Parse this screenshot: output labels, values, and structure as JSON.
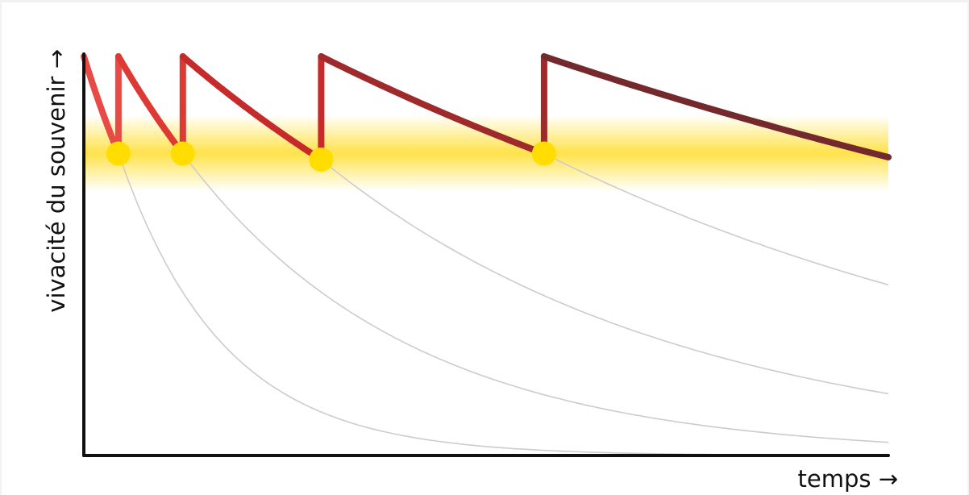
{
  "chart_data": {
    "type": "line",
    "xlabel": "temps →",
    "ylabel": "vivacité du souvenir →",
    "xlim": [
      0,
      10
    ],
    "ylim": [
      0,
      1
    ],
    "grid": false,
    "threshold_band": {
      "center": 0.75,
      "halfwidth": 0.095,
      "color": "#ffe24a"
    },
    "reviews": [
      {
        "t": 0.43,
        "y": 0.749
      },
      {
        "t": 1.23,
        "y": 0.749
      },
      {
        "t": 2.95,
        "y": 0.734
      },
      {
        "t": 5.72,
        "y": 0.749
      }
    ],
    "memory_curve": {
      "peak": 0.99,
      "segments": [
        {
          "start": 0.0,
          "end": 0.43,
          "decay": 1.3,
          "color": "#e84a46"
        },
        {
          "start": 0.43,
          "end": 1.23,
          "decay": 2.8,
          "color": "#dd3a34"
        },
        {
          "start": 1.23,
          "end": 2.95,
          "decay": 6.1,
          "color": "#c62b2b"
        },
        {
          "start": 2.95,
          "end": 5.72,
          "decay": 9.6,
          "color": "#9e2a2b"
        },
        {
          "start": 5.72,
          "end": 10.0,
          "decay": 14.7,
          "color": "#742a2c"
        }
      ]
    },
    "forgetting_curves": [
      {
        "start": 0.43,
        "decay": 1.3
      },
      {
        "start": 1.23,
        "decay": 2.8
      },
      {
        "start": 2.95,
        "decay": 4.5
      },
      {
        "start": 5.72,
        "decay": 7.5
      }
    ],
    "colors": {
      "axis": "#111111",
      "forgetting": "#cccccc",
      "marker": "#ffdd00"
    }
  }
}
